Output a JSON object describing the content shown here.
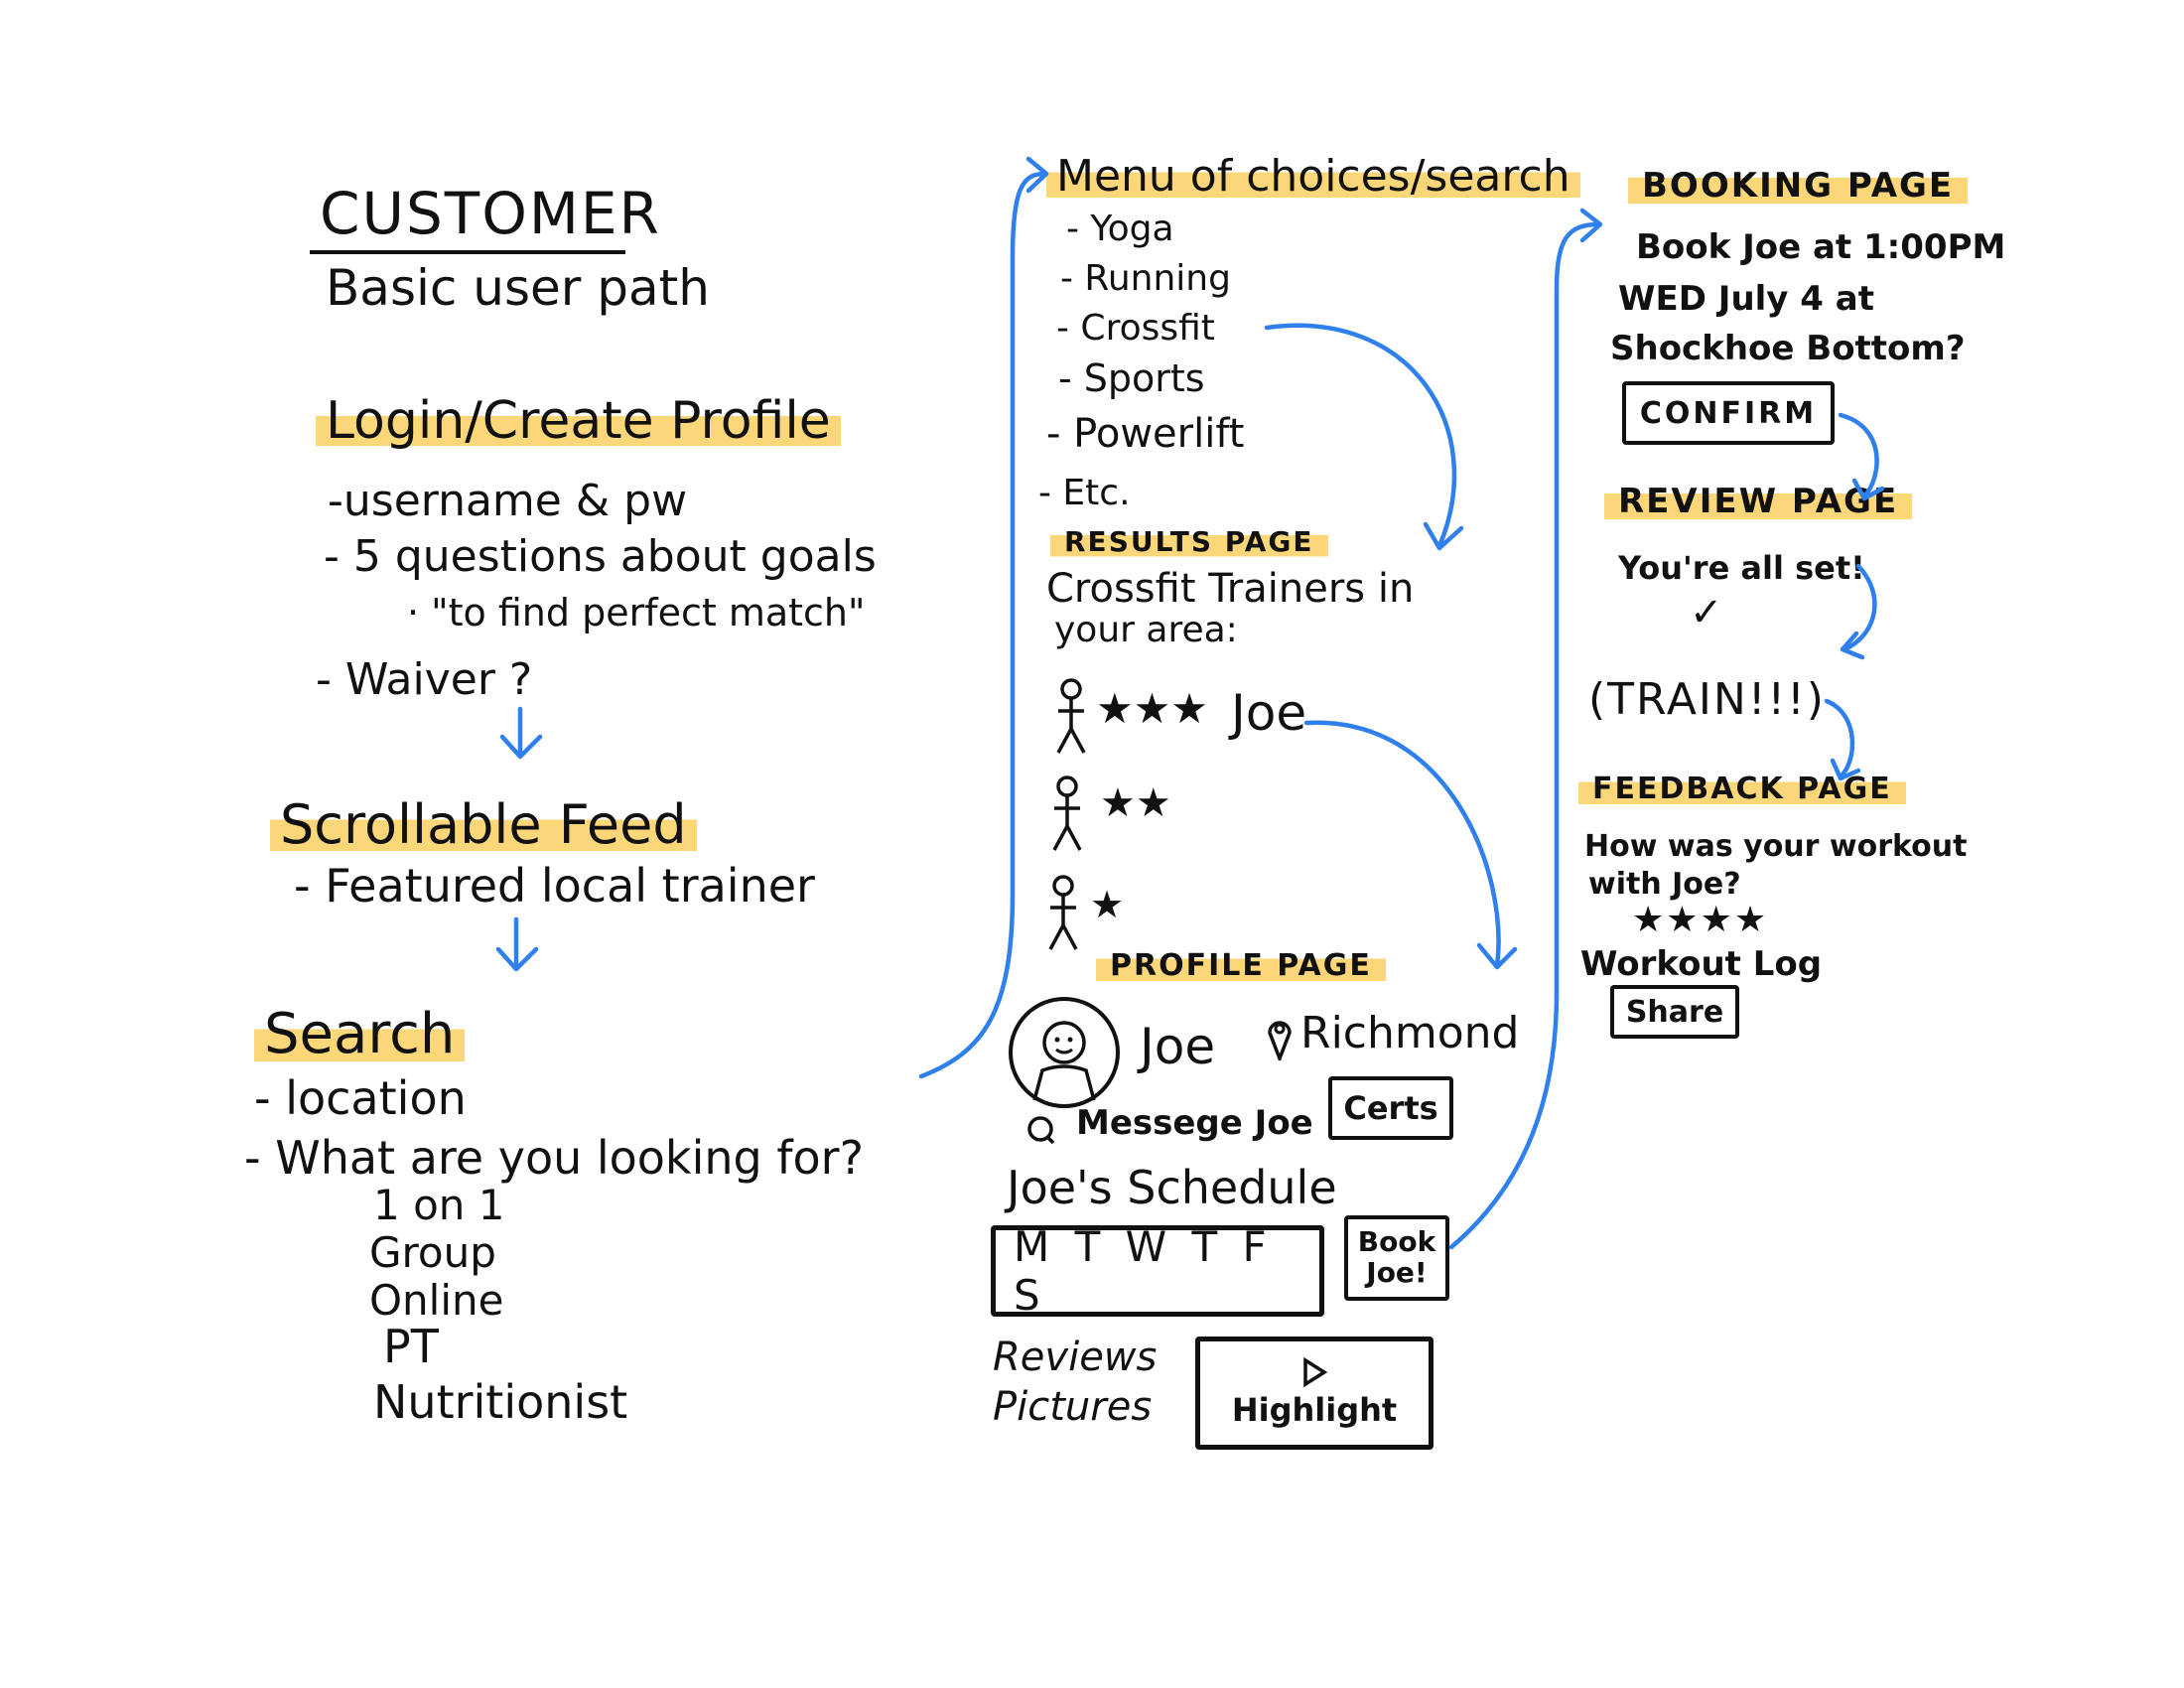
{
  "customer": {
    "title": "CUSTOMER",
    "subtitle": "Basic user path"
  },
  "login": {
    "heading": "Login/Create Profile",
    "items": [
      "-username & pw",
      "- 5 questions about goals",
      "· \"to find perfect match\"",
      "- Waiver ?"
    ]
  },
  "feed": {
    "heading": "Scrollable Feed",
    "items": [
      "- Featured local trainer"
    ]
  },
  "search": {
    "heading": "Search",
    "items": [
      "- location",
      "- What are you looking for?"
    ],
    "options": [
      "1 on 1",
      "Group",
      "Online",
      "PT",
      "Nutritionist"
    ]
  },
  "menu": {
    "heading": "Menu of choices/search",
    "items": [
      "- Yoga",
      "- Running",
      "- Crossfit",
      "- Sports",
      "- Powerlift",
      "- Etc."
    ]
  },
  "results": {
    "heading": "RESULTS PAGE",
    "subtitle_line1": "Crossfit Trainers in",
    "subtitle_line2": "your area:",
    "trainers": [
      {
        "stars": "★★★",
        "name": "Joe"
      },
      {
        "stars": "★★",
        "name": ""
      },
      {
        "stars": "★",
        "name": ""
      }
    ]
  },
  "profile": {
    "heading": "PROFILE PAGE",
    "name": "Joe",
    "location": "Richmond",
    "certs_label": "Certs",
    "message_label": "Messege Joe",
    "schedule_label": "Joe's Schedule",
    "days": "M T W T F S",
    "book_label_line1": "Book",
    "book_label_line2": "Joe!",
    "reviews_label": "Reviews",
    "pictures_label": "Pictures",
    "highlight_label": "Highlight"
  },
  "booking": {
    "heading": "BOOKING PAGE",
    "line1": "Book Joe at 1:00PM",
    "line2": "WED July 4 at",
    "line3": "Shockhoe Bottom?",
    "confirm_label": "CONFIRM"
  },
  "review": {
    "heading": "REVIEW PAGE",
    "message": "You're all set!",
    "check": "✓"
  },
  "train": {
    "label": "(TRAIN!!!)"
  },
  "feedback": {
    "heading": "FEEDBACK PAGE",
    "line1": "How was your workout",
    "line2": "with Joe?",
    "stars": "★★★★",
    "log_label": "Workout Log",
    "share_label": "Share"
  },
  "colors": {
    "highlight": "#FCD77A",
    "arrow": "#2F80ED",
    "ink": "#111111"
  }
}
